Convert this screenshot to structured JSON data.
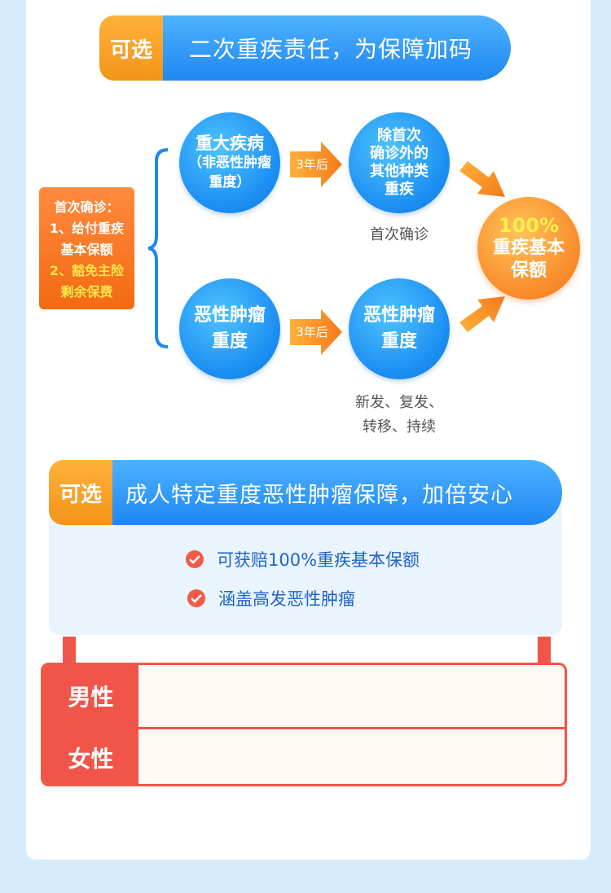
{
  "section1": {
    "tag": "可选",
    "title": "二次重疾责任，为保障加码",
    "first_confirm_box": {
      "line1": "首次确诊：",
      "line2": "1、给付重疾",
      "line3": "基本保额",
      "line4": "2、豁免主险",
      "line5": "剩余保费"
    },
    "circle_major_illness": [
      "重大疾病",
      "（非恶性肿瘤",
      "重度）"
    ],
    "circle_other_illness": [
      "除首次",
      "确诊外的",
      "其他种类",
      "重疾"
    ],
    "circle_cancer_left": [
      "恶性肿瘤",
      "重度"
    ],
    "circle_cancer_right": [
      "恶性肿瘤",
      "重度"
    ],
    "arrow_label_top": "3年后",
    "arrow_label_bottom": "3年后",
    "caption_top": "首次确诊",
    "caption_bottom_line1": "新发、复发、",
    "caption_bottom_line2": "转移、持续",
    "payout_circle": [
      "100%",
      "重疾基本",
      "保额"
    ]
  },
  "section2": {
    "tag": "可选",
    "title": "成人特定重度恶性肿瘤保障，加倍安心",
    "benefits": [
      "可获赔100%重疾基本保额",
      "涵盖高发恶性肿瘤"
    ]
  },
  "table": {
    "rows": [
      {
        "label": "男性",
        "value": ""
      },
      {
        "label": "女性",
        "value": ""
      }
    ]
  },
  "colors": {
    "blue": "#1f87f2",
    "orange": "#f39419",
    "red": "#f15549",
    "yellow_text": "#ffe64a"
  }
}
